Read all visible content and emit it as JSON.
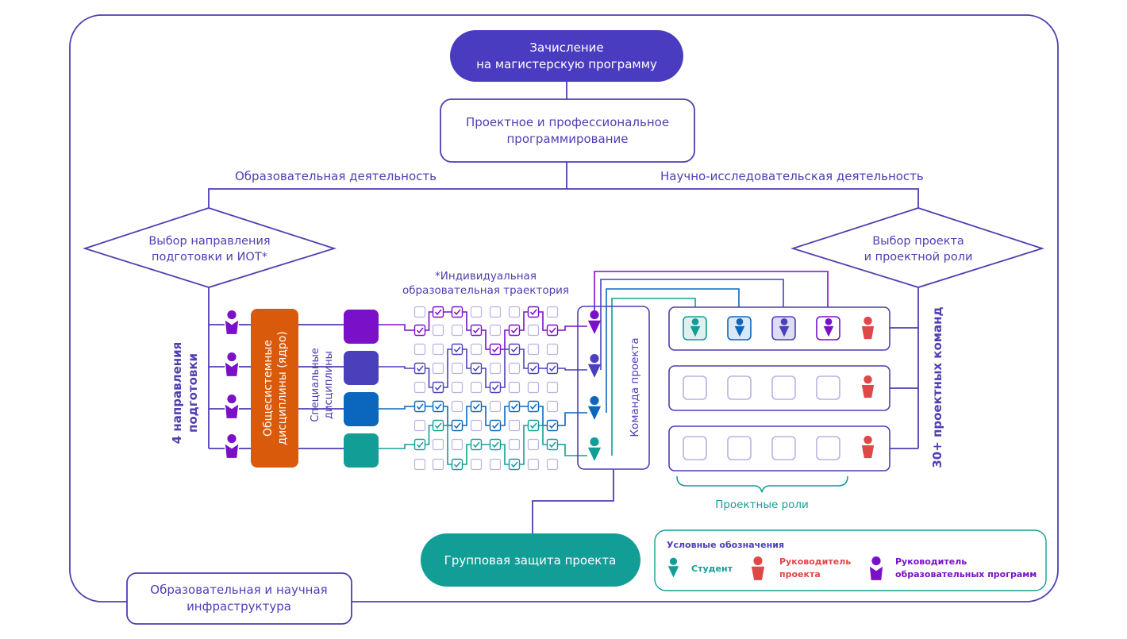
{
  "top": {
    "enrollment_line1": "Зачисление",
    "enrollment_line2": "на магистерскую программу",
    "programming_line1": "Проектное и профессиональное",
    "programming_line2": "программирование"
  },
  "branches": {
    "left": "Образовательная деятельность",
    "right": "Научно-исследовательская деятельность"
  },
  "decisions": {
    "left_line1": "Выбор направления",
    "left_line2": "подготовки и ИОТ*",
    "right_line1": "Выбор проекта",
    "right_line2": "и проектной роли"
  },
  "labels": {
    "directions_line1": "4 направления",
    "directions_line2": "подготовки",
    "core_line1": "Общесистемные",
    "core_line2": "дисциплины (ядро)",
    "special_line1": "Специальные",
    "special_line2": "дисциплины",
    "iot_line1": "*Индивидуальная",
    "iot_line2": "образовательная траектория",
    "project_team": "Команда проекта",
    "teams_count": "30+ проектных команд",
    "project_roles": "Проектные роли",
    "group_defense": "Групповая защита проекта",
    "infra_line1": "Образовательная и научная",
    "infra_line2": "инфраструктура"
  },
  "legend": {
    "title": "Условные обозначения",
    "student": "Студент",
    "leader_line1": "Руководитель",
    "leader_line2": "проекта",
    "programs_line1": "Руководитель",
    "programs_line2": "образовательных программ"
  },
  "colors": {
    "primary": "#4d3fb3",
    "enroll_fill": "#4a3cc0",
    "core_orange": "#d95a0a",
    "violet": "#7a10c8",
    "indigo": "#4a40bc",
    "blue": "#0b67bd",
    "teal": "#129e96",
    "red": "#e04848",
    "grid_gray": "#b8b2e2"
  }
}
